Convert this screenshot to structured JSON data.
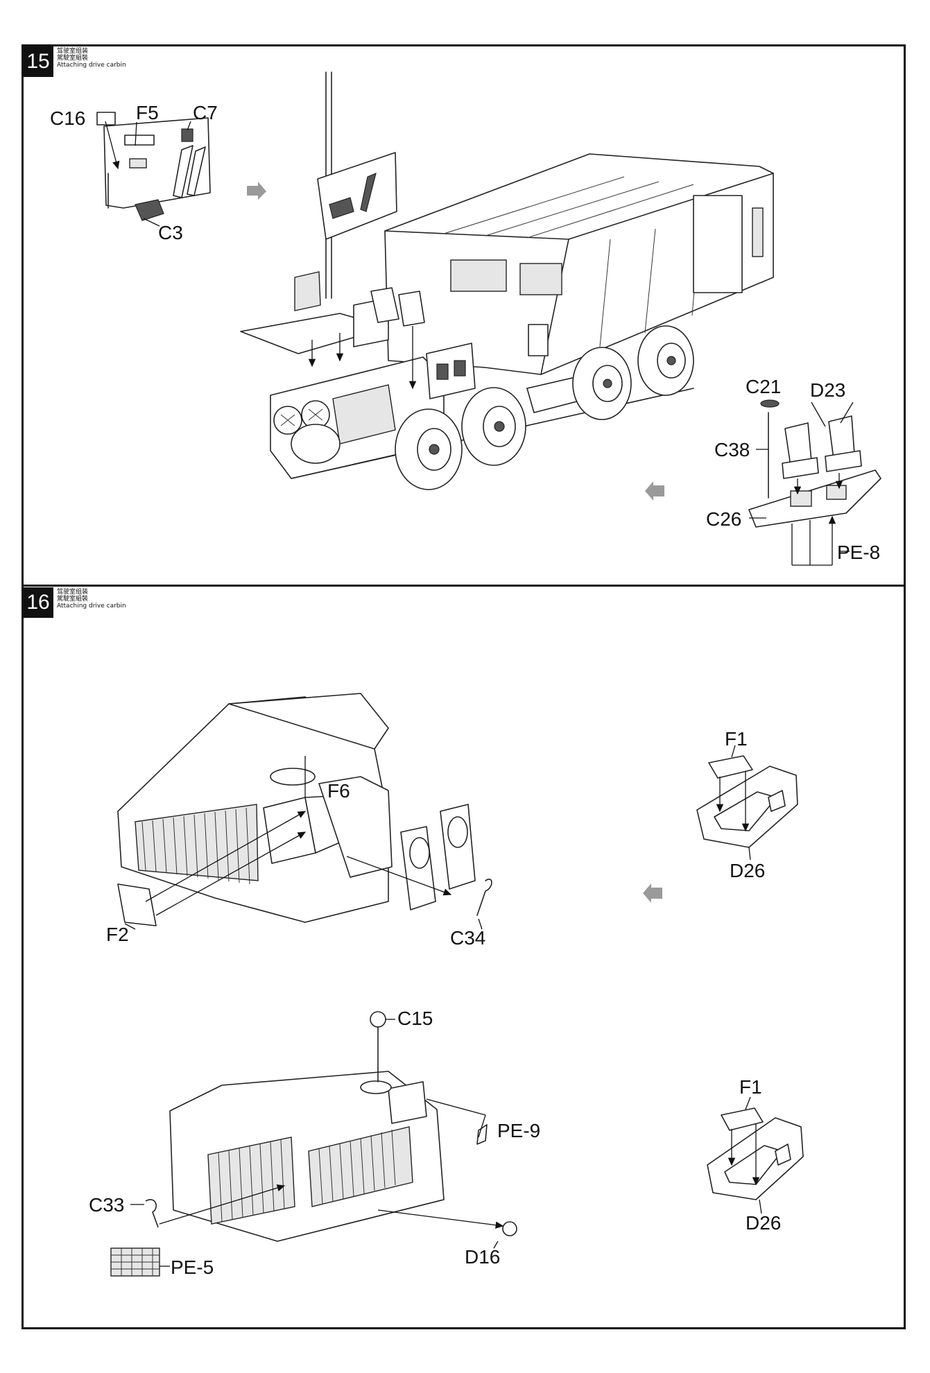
{
  "steps": [
    {
      "number": "15",
      "caption_zh_simplified": "驾驶室组装",
      "caption_zh_traditional": "駕駛室組裝",
      "caption_en": "Attaching drive carbin",
      "parts": [
        "C16",
        "F5",
        "C7",
        "C3",
        "C21",
        "D23",
        "C38",
        "C26",
        "PE-8"
      ]
    },
    {
      "number": "16",
      "caption_zh_simplified": "驾驶室组装",
      "caption_zh_traditional": "駕駛室組裝",
      "caption_en": "Attaching drive carbin",
      "parts": [
        "F6",
        "F1",
        "D26",
        "F2",
        "C34",
        "C15",
        "PE-9",
        "C33",
        "D16",
        "PE-5",
        "F1",
        "D26"
      ]
    }
  ]
}
